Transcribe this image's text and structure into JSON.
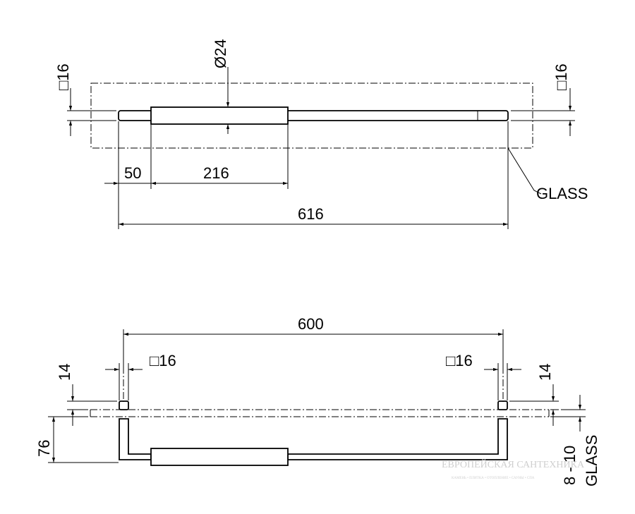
{
  "top_view": {
    "dim_square_left": "□16",
    "dim_diameter": "Ø24",
    "dim_square_right": "□16",
    "dim_50": "50",
    "dim_216": "216",
    "dim_616": "616",
    "glass_label": "GLASS"
  },
  "bottom_view": {
    "dim_600": "600",
    "dim_square_left": "□16",
    "dim_square_right": "□16",
    "dim_14_left": "14",
    "dim_14_right": "14",
    "dim_76": "76",
    "dim_glass_thickness": "8 - 10",
    "glass_label": "GLASS"
  },
  "watermark": {
    "title": "ЕВРОПЕЙСКАЯ САНТЕХНИКА",
    "subtitle": "КАМЕНЬ • ПЛИТКА • ОТОПЛЕНИЕ • САУНЫ • СПА"
  }
}
